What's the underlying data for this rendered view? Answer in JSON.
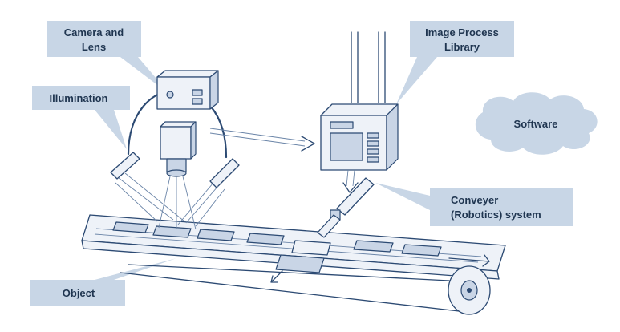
{
  "labels": {
    "camera": [
      "Camera and",
      "Lens"
    ],
    "image_process": [
      "Image Process",
      "Library"
    ],
    "illumination": "Illumination",
    "software": "Software",
    "conveyer": [
      "Conveyer",
      "(Robotics) system"
    ],
    "object": "Object"
  },
  "colors": {
    "callout_fill": "#c8d6e6",
    "line_ink": "#2c4a73",
    "label_text": "#1f3550"
  }
}
